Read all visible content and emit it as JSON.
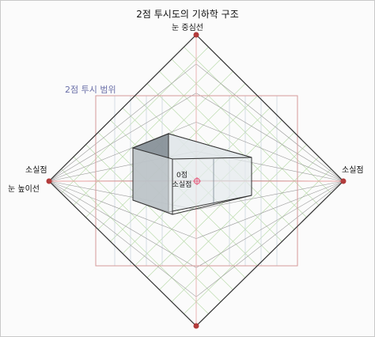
{
  "title": "2점 투시도의 기하학 구조",
  "labels": {
    "eye_center": "눈 중심선",
    "range": "2점 투시 범위",
    "vp_left": "소실점",
    "vp_right": "소실점",
    "eye_level": "눈 높이선",
    "center_line1": "0점",
    "center_line2": "소실점"
  },
  "colors": {
    "frame": "#c9c9c9",
    "diamond": "#333333",
    "range_box": "#d69a9a",
    "green_lines": "#b7d8a6",
    "blue_lines": "#b9c7d6",
    "pink_lines": "#e8b4b4",
    "gray_rays": "#8a8a8a",
    "points": "#b23b3b",
    "box_face_front": "#e4e9ec",
    "box_face_side": "#7f8a90",
    "box_top": "#cfd6da",
    "center_icon": "#e86b8b"
  }
}
